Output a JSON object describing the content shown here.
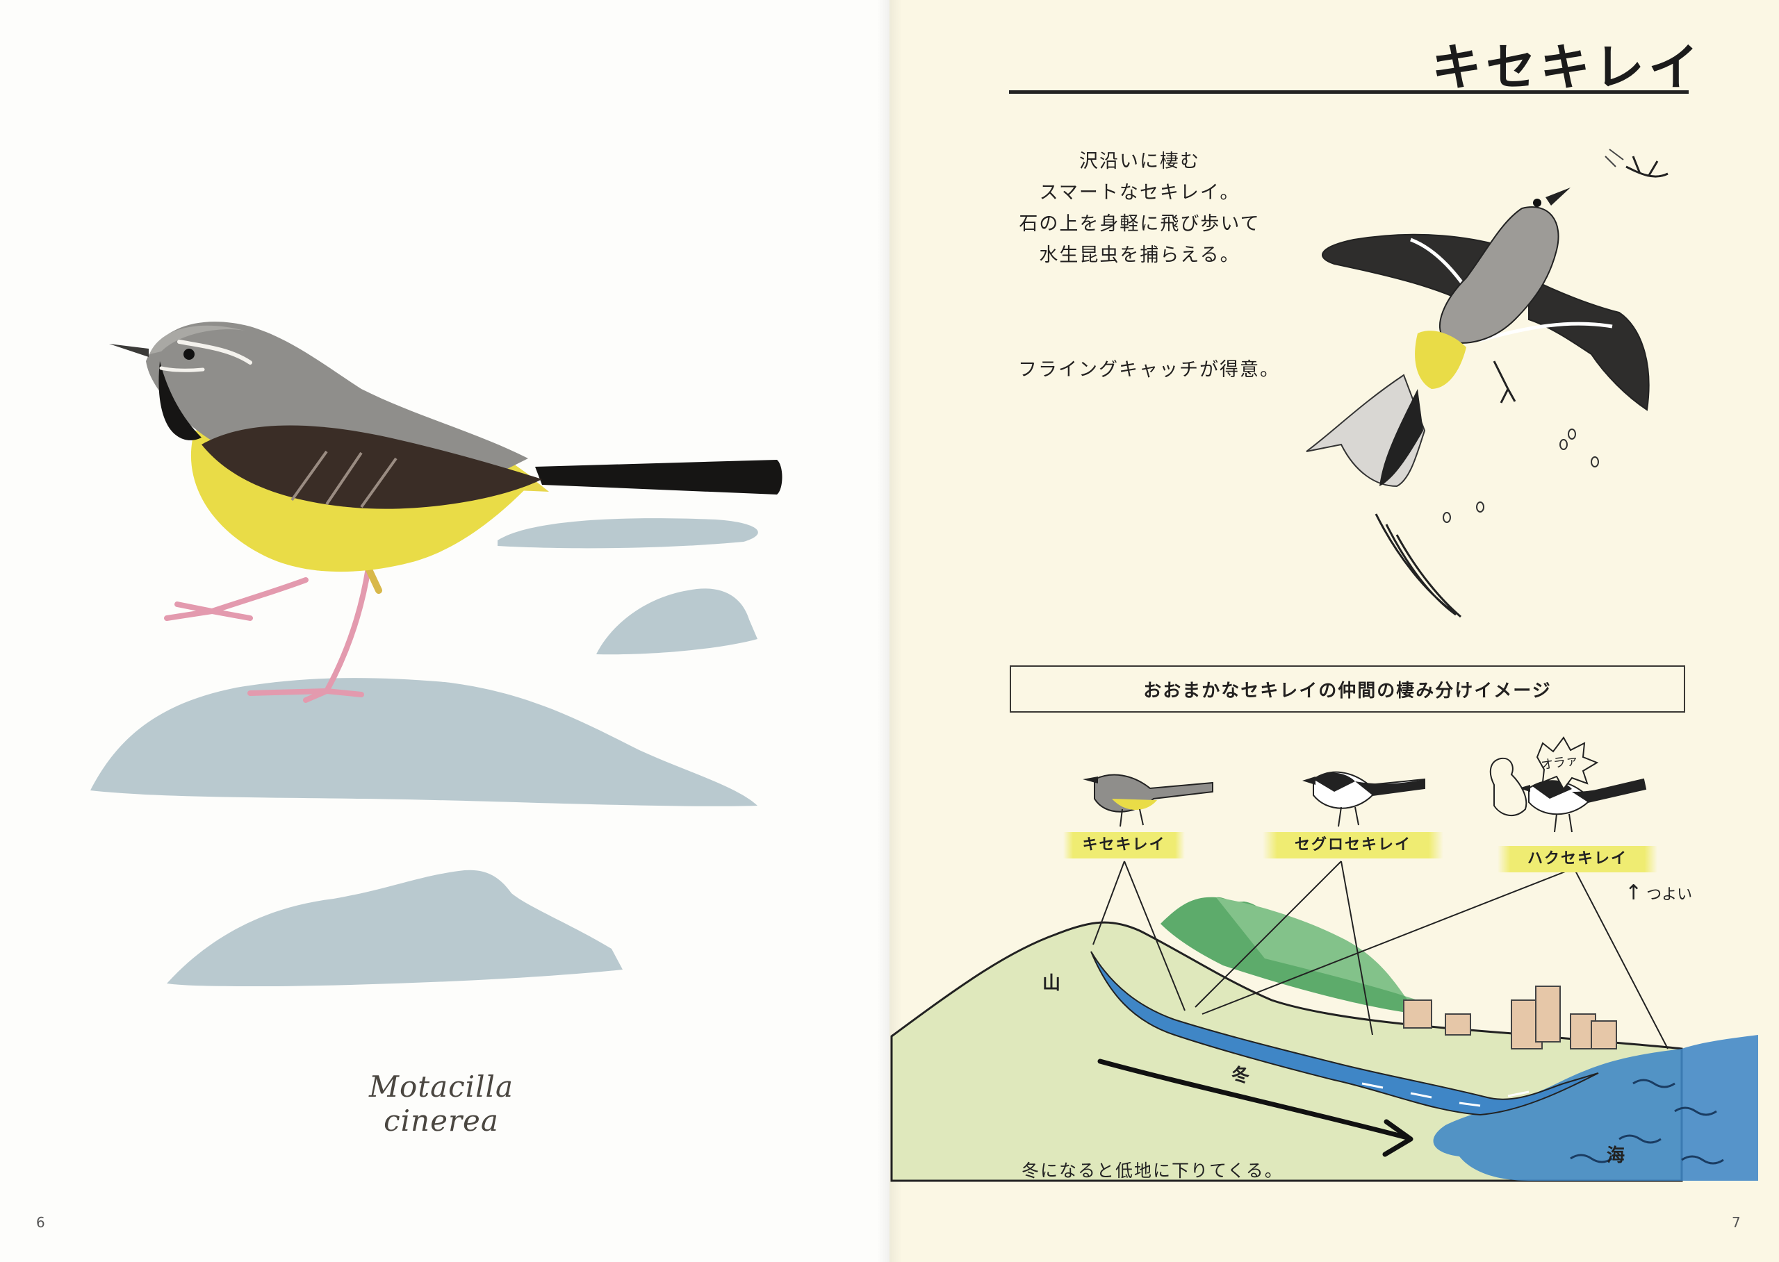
{
  "left_page": {
    "scientific_name": "Motacilla cinerea",
    "page_number": "6"
  },
  "right_page": {
    "title": "キセキレイ",
    "description_lines": [
      "沢沿いに棲む",
      "スマートなセキレイ。",
      "石の上を身軽に飛び歩いて",
      "水生昆虫を捕らえる。"
    ],
    "skill_note": "フライングキャッチが得意。",
    "map": {
      "heading": "おおまかなセキレイの仲間の棲み分けイメージ",
      "species_tags": [
        "キセキレイ",
        "セグロセキレイ",
        "ハクセキレイ"
      ],
      "shout": "オラァ",
      "strong_note": "つよい",
      "arrow_glyph": "↑",
      "labels": {
        "mountain": "山",
        "winter": "冬",
        "sea": "海"
      },
      "winter_note": "冬になると低地に下りてくる。"
    },
    "page_number": "7"
  },
  "colors": {
    "left_background": "#fdfdfb",
    "right_background": "#fbf7e4",
    "bird_yellow": "#e9dc47",
    "bird_gray": "#8f8e8b",
    "rock_blue": "#b9c9cf",
    "tag_yellow": "#efec72",
    "river_blue": "#3f86c6",
    "hill_green": "#5dab6b"
  }
}
